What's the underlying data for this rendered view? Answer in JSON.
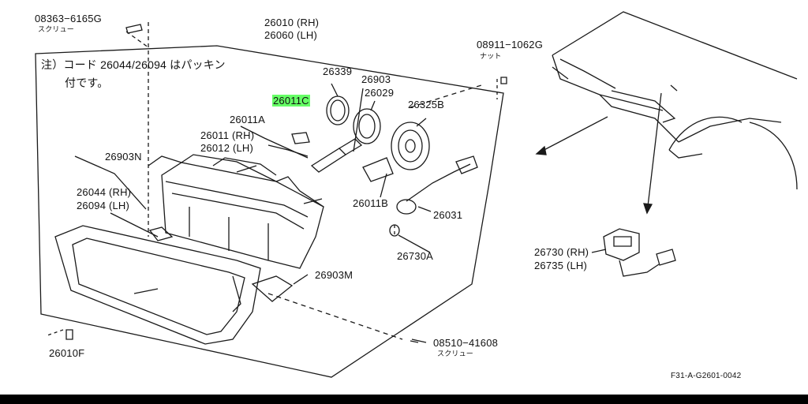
{
  "note": {
    "line1": "注）コード 26044/26094 はパッキン",
    "line2": "付です。"
  },
  "labels": {
    "screw_top": "08363−6165G",
    "screw_top_sub": "スクリュー",
    "part_rh_main": "26010 (RH)",
    "part_lh_main": "26060 (LH)",
    "nut": "08911−1062G",
    "nut_sub": "ナット",
    "p26339": "26339",
    "p26903": "26903",
    "p26011C": "26011C",
    "p26029": "26029",
    "p26325B": "26325B",
    "p26011A": "26011A",
    "p26011_rh": "26011 (RH)",
    "p26012_lh": "26012 (LH)",
    "p26903N": "26903N",
    "p26044_rh": "26044 (RH)",
    "p26094_lh": "26094 (LH)",
    "p26011B": "26011B",
    "p26031": "26031",
    "p26730A": "26730A",
    "p26903M": "26903M",
    "p26010F": "26010F",
    "screw_bottom": "08510−41608",
    "screw_bottom_sub": "スクリュー",
    "p26730_rh": "26730 (RH)",
    "p26735_lh": "26735 (LH)",
    "ref_code": "F31-A-G2601-0042"
  },
  "colors": {
    "line": "#1a1a1a",
    "highlight": "#66ff66",
    "background": "#ffffff"
  }
}
